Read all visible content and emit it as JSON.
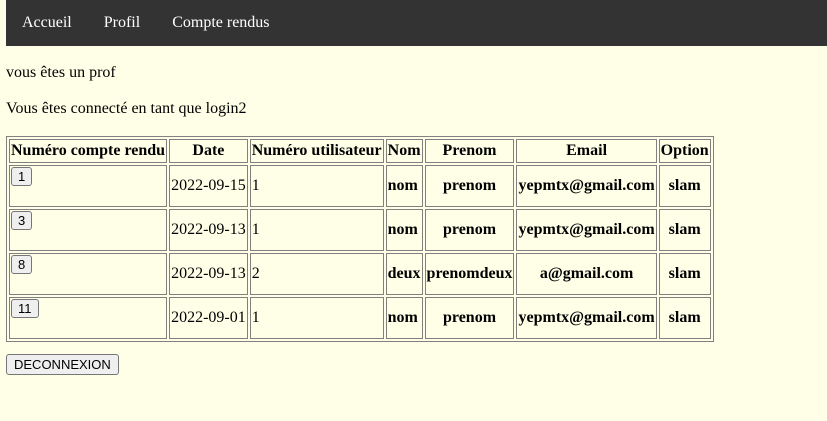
{
  "nav": {
    "items": [
      {
        "label": "Accueil"
      },
      {
        "label": "Profil"
      },
      {
        "label": "Compte rendus"
      }
    ]
  },
  "messages": {
    "role": "vous êtes un prof",
    "login": "Vous êtes connecté en tant que login2"
  },
  "table": {
    "headers": [
      "Numéro compte rendu",
      "Date",
      "Numéro utilisateur",
      "Nom",
      "Prenom",
      "Email",
      "Option"
    ],
    "rows": [
      {
        "numero": "1",
        "date": "2022-09-15",
        "user": "1",
        "nom": "nom",
        "prenom": "prenom",
        "email": "yepmtx@gmail.com",
        "option": "slam"
      },
      {
        "numero": "3",
        "date": "2022-09-13",
        "user": "1",
        "nom": "nom",
        "prenom": "prenom",
        "email": "yepmtx@gmail.com",
        "option": "slam"
      },
      {
        "numero": "8",
        "date": "2022-09-13",
        "user": "2",
        "nom": "deux",
        "prenom": "prenomdeux",
        "email": "a@gmail.com",
        "option": "slam"
      },
      {
        "numero": "11",
        "date": "2022-09-01",
        "user": "1",
        "nom": "nom",
        "prenom": "prenom",
        "email": "yepmtx@gmail.com",
        "option": "slam"
      }
    ]
  },
  "logout": {
    "label": "DECONNEXION"
  }
}
